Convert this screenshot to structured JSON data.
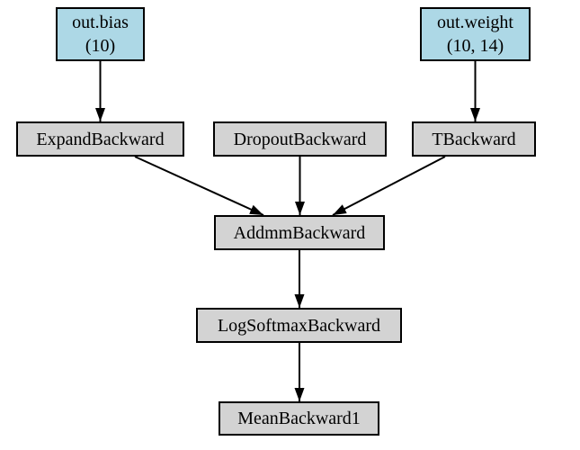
{
  "diagram": {
    "background": "#ffffff",
    "colors": {
      "param_node_fill": "#add8e6",
      "op_node_fill": "#d3d3d3",
      "node_border": "#000000",
      "edge_color": "#000000",
      "text_color": "#000000"
    },
    "nodes": {
      "out_bias": {
        "label": "out.bias",
        "shape": "(10)",
        "kind": "parameter"
      },
      "out_weight": {
        "label": "out.weight",
        "shape": "(10, 14)",
        "kind": "parameter"
      },
      "expand_backward": {
        "label": "ExpandBackward",
        "kind": "operation"
      },
      "dropout_backward": {
        "label": "DropoutBackward",
        "kind": "operation"
      },
      "t_backward": {
        "label": "TBackward",
        "kind": "operation"
      },
      "addmm_backward": {
        "label": "AddmmBackward",
        "kind": "operation"
      },
      "logsoftmax_backward": {
        "label": "LogSoftmaxBackward",
        "kind": "operation"
      },
      "mean_backward1": {
        "label": "MeanBackward1",
        "kind": "operation"
      }
    },
    "edges": [
      {
        "from": "out.bias",
        "to": "ExpandBackward"
      },
      {
        "from": "out.weight",
        "to": "TBackward"
      },
      {
        "from": "ExpandBackward",
        "to": "AddmmBackward"
      },
      {
        "from": "DropoutBackward",
        "to": "AddmmBackward"
      },
      {
        "from": "TBackward",
        "to": "AddmmBackward"
      },
      {
        "from": "AddmmBackward",
        "to": "LogSoftmaxBackward"
      },
      {
        "from": "LogSoftmaxBackward",
        "to": "MeanBackward1"
      }
    ]
  }
}
